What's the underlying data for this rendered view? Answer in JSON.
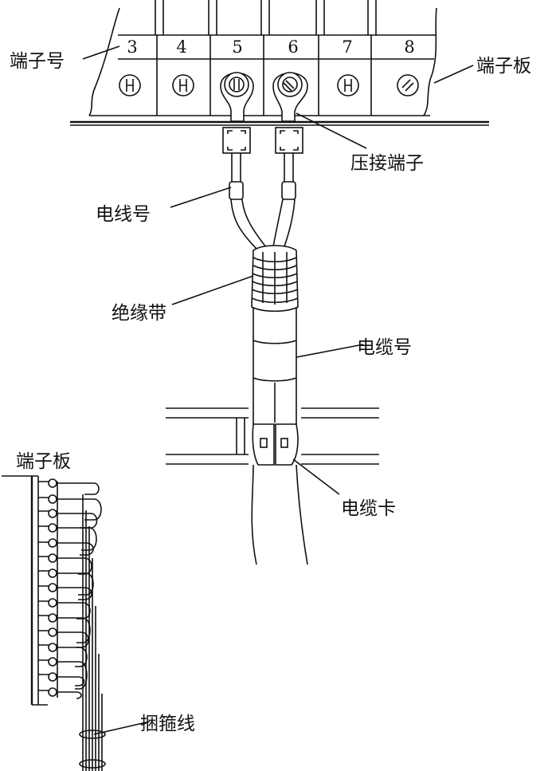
{
  "labels": {
    "terminal_number": "端子号",
    "terminal_board": "端子板",
    "crimp_terminal": "压接端子",
    "wire_number": "电线号",
    "insulation_tape": "绝缘带",
    "cable_number": "电缆号",
    "cable_clip": "电缆卡",
    "terminal_board_lower": "端子板",
    "binding_wire": "捆箍线"
  },
  "terminal_numbers": [
    "3",
    "4",
    "5",
    "6",
    "7",
    "8"
  ]
}
